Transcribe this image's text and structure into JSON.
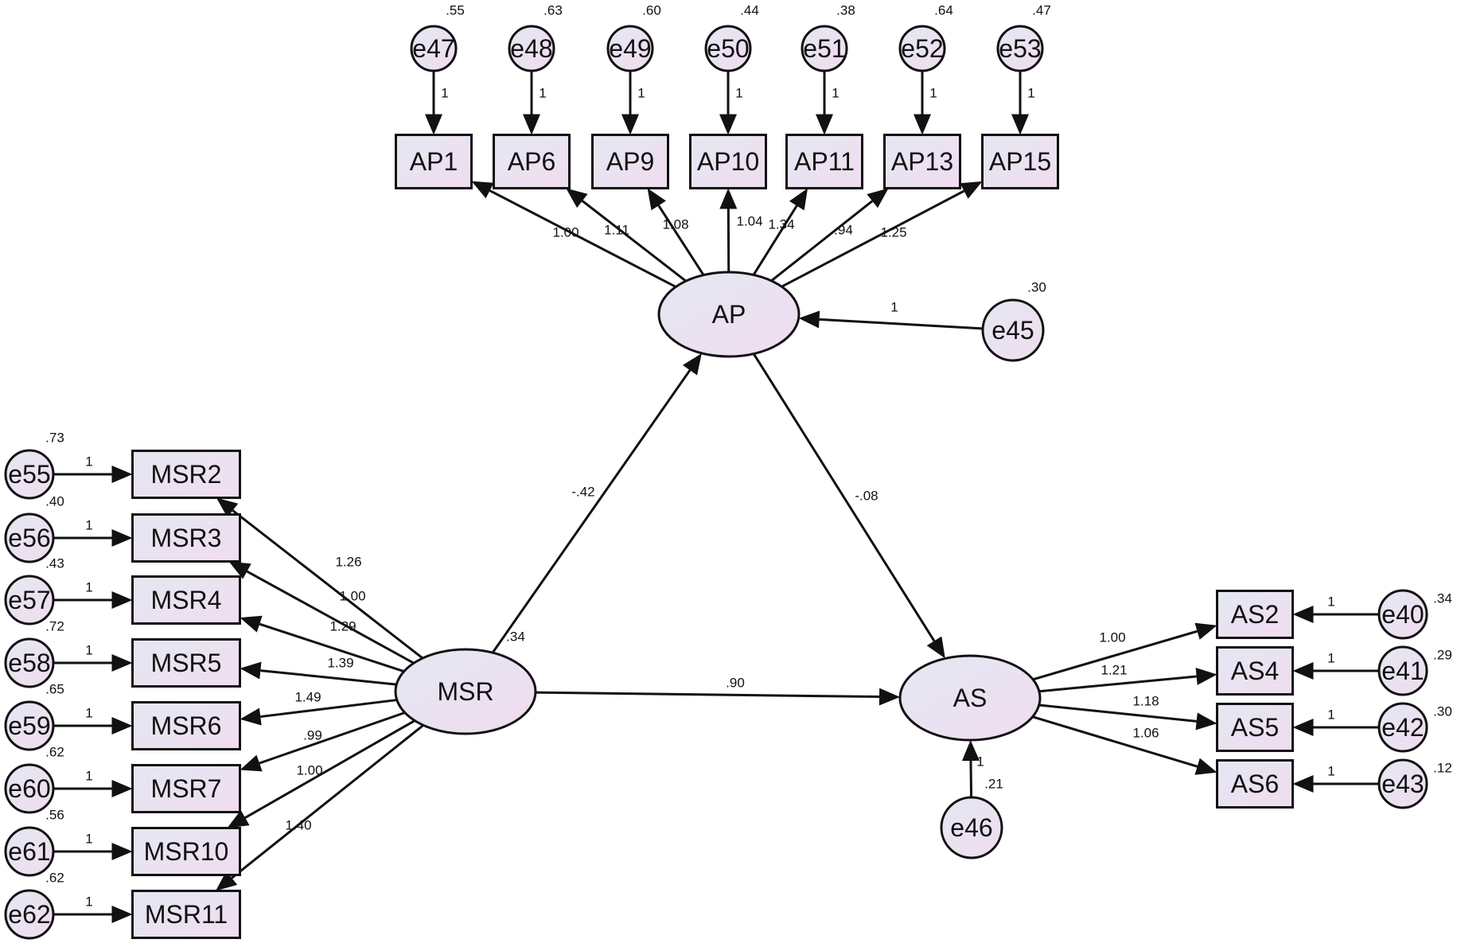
{
  "colors": {
    "line": "#111111",
    "fill_start": "#e4e8f2",
    "fill_end": "#f0dcf0"
  },
  "latents": {
    "AP": {
      "label": "AP"
    },
    "MSR": {
      "label": "MSR"
    },
    "AS": {
      "label": "AS"
    }
  },
  "indicators": {
    "AP": [
      {
        "label": "AP1",
        "loading": "1.00",
        "error": "e47",
        "error_variance": ".55",
        "fixed": "1"
      },
      {
        "label": "AP6",
        "loading": "1.11",
        "error": "e48",
        "error_variance": ".63",
        "fixed": "1"
      },
      {
        "label": "AP9",
        "loading": "1.08",
        "error": "e49",
        "error_variance": ".60",
        "fixed": "1"
      },
      {
        "label": "AP10",
        "loading": "1.04",
        "error": "e50",
        "error_variance": ".44",
        "fixed": "1"
      },
      {
        "label": "AP11",
        "loading": "1.34",
        "error": "e51",
        "error_variance": ".38",
        "fixed": "1"
      },
      {
        "label": "AP13",
        "loading": ".94",
        "error": "e52",
        "error_variance": ".64",
        "fixed": "1"
      },
      {
        "label": "AP15",
        "loading": "1.25",
        "error": "e53",
        "error_variance": ".47",
        "fixed": "1"
      }
    ],
    "MSR": [
      {
        "label": "MSR2",
        "loading": "1.26",
        "error": "e55",
        "error_variance": ".73",
        "fixed": "1"
      },
      {
        "label": "MSR3",
        "loading": "1.00",
        "error": "e56",
        "error_variance": ".40",
        "fixed": "1"
      },
      {
        "label": "MSR4",
        "loading": "1.29",
        "error": "e57",
        "error_variance": ".43",
        "fixed": "1"
      },
      {
        "label": "MSR5",
        "loading": "1.39",
        "error": "e58",
        "error_variance": ".72",
        "fixed": "1"
      },
      {
        "label": "MSR6",
        "loading": "1.49",
        "error": "e59",
        "error_variance": ".65",
        "fixed": "1"
      },
      {
        "label": "MSR7",
        "loading": ".99",
        "error": "e60",
        "error_variance": ".62",
        "fixed": "1"
      },
      {
        "label": "MSR10",
        "loading": "1.00",
        "error": "e61",
        "error_variance": ".56",
        "fixed": "1"
      },
      {
        "label": "MSR11",
        "loading": "1.40",
        "error": "e62",
        "error_variance": ".62",
        "fixed": "1"
      }
    ],
    "AS": [
      {
        "label": "AS2",
        "loading": "1.00",
        "error": "e40",
        "error_variance": ".34",
        "fixed": "1"
      },
      {
        "label": "AS4",
        "loading": "1.21",
        "error": "e41",
        "error_variance": ".29",
        "fixed": "1"
      },
      {
        "label": "AS5",
        "loading": "1.18",
        "error": "e42",
        "error_variance": ".30",
        "fixed": "1"
      },
      {
        "label": "AS6",
        "loading": "1.06",
        "error": "e43",
        "error_variance": ".12",
        "fixed": "1"
      }
    ]
  },
  "structural_paths": [
    {
      "from": "MSR",
      "to": "AP",
      "coef": "-.42"
    },
    {
      "from": "AP",
      "to": "AS",
      "coef": "-.08"
    },
    {
      "from": "MSR",
      "to": "AS",
      "coef": ".90"
    }
  ],
  "disturbances": [
    {
      "latent": "AP",
      "label": "e45",
      "fixed": "1",
      "variance": ".30"
    },
    {
      "latent": "AS",
      "label": "e46",
      "fixed": "1",
      "variance": ".21"
    }
  ],
  "latent_variances": {
    "MSR": ".34"
  }
}
